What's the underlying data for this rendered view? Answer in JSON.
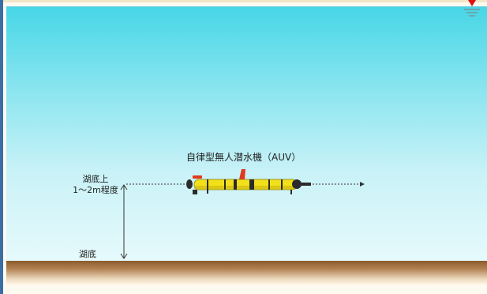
{
  "diagram": {
    "auv_label": "自律型無人潜水機（AUV）",
    "height_label_line1": "湖底上",
    "height_label_line2": "1〜2m程度",
    "bottom_label": "湖底"
  },
  "icons": {
    "surface": "water-surface-marker-icon",
    "auv": "auv-vehicle-icon"
  },
  "colors": {
    "water_top": "#47d6e6",
    "water_bottom": "#e6fafc",
    "sediment": "#8b5a2b",
    "auv_body": "#f2e01a",
    "auv_fin": "#e03a1e",
    "surface_marker": "#e01010"
  }
}
